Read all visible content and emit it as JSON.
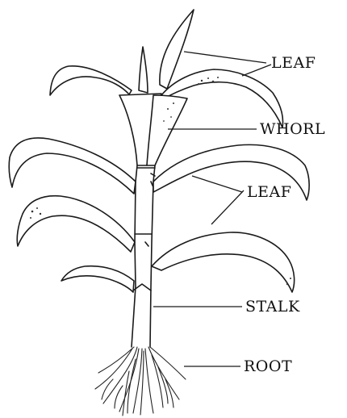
{
  "labels": {
    "leaf_top": "LEAF",
    "whorl": "WHORL",
    "leaf_middle": "LEAF",
    "stalk": "STALK",
    "root": "ROOT"
  }
}
